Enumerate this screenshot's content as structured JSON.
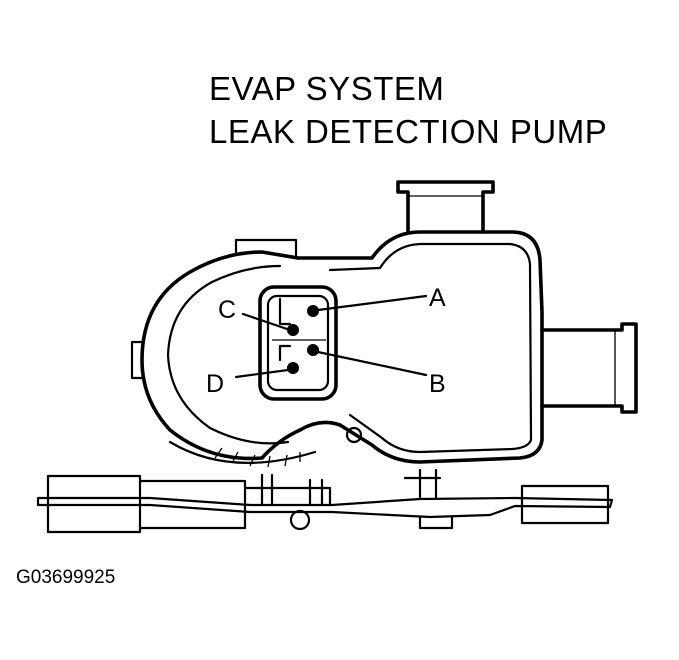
{
  "title": {
    "line1": "EVAP SYSTEM",
    "line2": "LEAK DETECTION PUMP"
  },
  "figure_code": "G03699925",
  "terminals": {
    "a": "A",
    "b": "B",
    "c": "C",
    "d": "D"
  }
}
